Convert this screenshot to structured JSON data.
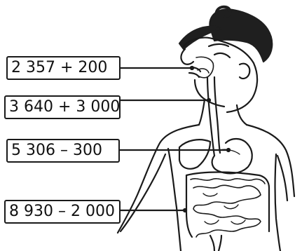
{
  "figure": {
    "labels": [
      {
        "id": "mouth",
        "expression": "2 357 + 200"
      },
      {
        "id": "esophagus",
        "expression": "3 640 + 3 000"
      },
      {
        "id": "stomach",
        "expression": "5 306 – 300"
      },
      {
        "id": "intestines",
        "expression": "8 930 – 2 000"
      }
    ],
    "icons": [
      "human-torso-digestive-system-illustration"
    ],
    "colors": {
      "ink": "#1a1a1a",
      "hair": "#1f1f1f",
      "background": "#ffffff"
    }
  }
}
